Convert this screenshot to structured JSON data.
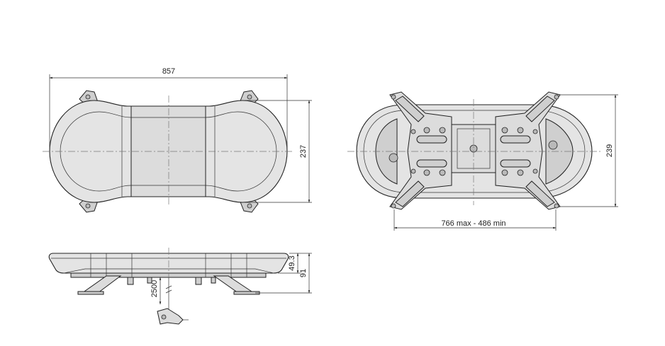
{
  "dimensions": {
    "top_width": "857",
    "top_height": "237",
    "bottom_width": "766 max - 486 min",
    "bottom_height": "239",
    "side_height_lens": "49.3",
    "side_height_total": "91",
    "cable_length": "2500"
  },
  "colors": {
    "line": "#222222",
    "fill": "#e4e4e4",
    "background": "#ffffff"
  }
}
